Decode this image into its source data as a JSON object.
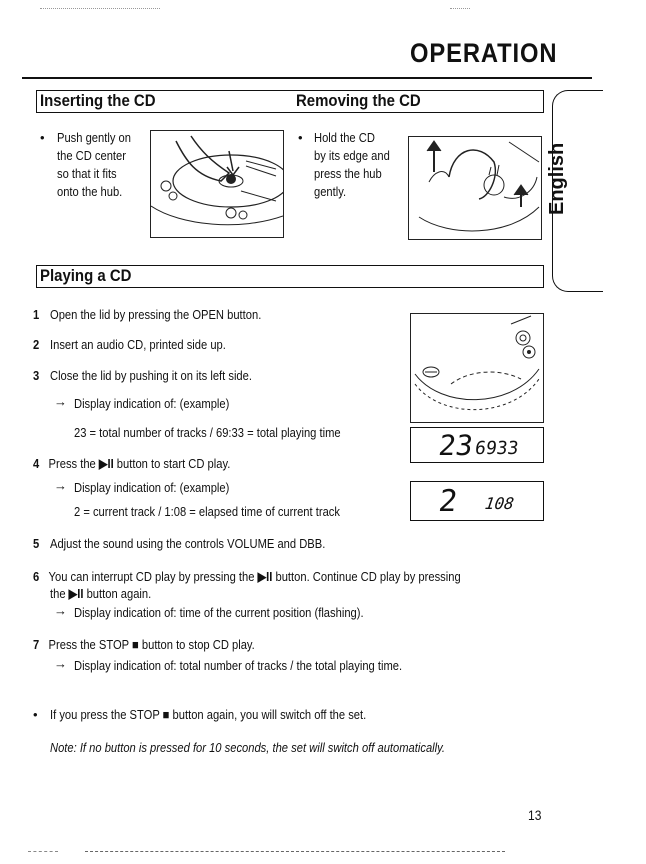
{
  "header": {
    "title": "OPERATION",
    "tab_label": "English"
  },
  "sections": {
    "inserting": {
      "heading": "Inserting the CD",
      "lines": [
        "Push gently on",
        "the CD center",
        "so that it fits",
        "onto the hub."
      ]
    },
    "removing": {
      "heading": "Removing the CD",
      "lines": [
        "Hold the CD",
        "by its edge and",
        "press the hub",
        "gently."
      ]
    },
    "playing": {
      "heading": "Playing a CD"
    }
  },
  "steps": {
    "s1": {
      "num": "1",
      "text": "Open the lid by pressing the OPEN button."
    },
    "s2": {
      "num": "2",
      "text": "Insert an audio CD, printed side up."
    },
    "s3": {
      "num": "3",
      "text": "Close the lid by pushing it on its left side.",
      "sub": "Display indication of: (example)",
      "note": "23 = total number of tracks / 69:33 = total playing time"
    },
    "s4": {
      "num": "4",
      "text_a": "Press the ",
      "glyph": "▶II",
      "text_b": " button to start CD play.",
      "sub": "Display indication of: (example)",
      "note": "2 = current track / 1:08 = elapsed time of current track"
    },
    "s5": {
      "num": "5",
      "text": "Adjust the sound using the controls VOLUME and DBB."
    },
    "s6": {
      "num": "6",
      "text_a": "You can interrupt CD play by pressing the ",
      "glyph": "▶II",
      "text_b": " button. Continue CD play by pressing",
      "line2_a": "the ",
      "line2_glyph": "▶II",
      "line2_b": " button again.",
      "sub": "Display indication of: time of the current position (flashing)."
    },
    "s7": {
      "num": "7",
      "text_a": "Press the STOP ",
      "glyph": "■",
      "text_b": " button to stop CD play.",
      "sub": "Display indication of: total number of tracks / the total playing time."
    }
  },
  "extra": {
    "text_a": "If you press the STOP ",
    "glyph": "■",
    "text_b": " button again, you will switch off the set.",
    "note": "Note: If no button is pressed for 10 seconds, the set will switch off automatically."
  },
  "displays": {
    "lcd1": {
      "track": "23",
      "time": "6933"
    },
    "lcd2": {
      "track": "2",
      "time": "108"
    }
  },
  "footer": {
    "page_number": "13"
  }
}
